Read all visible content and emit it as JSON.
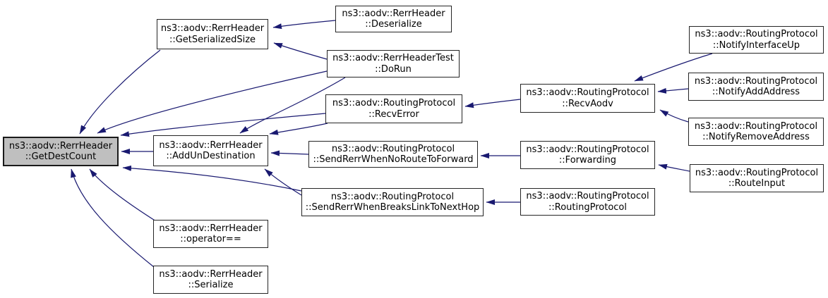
{
  "diagram": {
    "kind": "doxygen-caller-graph",
    "focus_function": "ns3::aodv::RerrHeader::GetDestCount",
    "colors": {
      "edge": "#191970",
      "node_border": "#252525",
      "node_fill": "#ffffff",
      "focus_node_fill": "#bfbfbf",
      "text": "#000000",
      "background": "#ffffff"
    },
    "nodes": {
      "getDestCount": {
        "label": "ns3::aodv::RerrHeader\n::GetDestCount"
      },
      "getSerializedSize": {
        "label": "ns3::aodv::RerrHeader\n::GetSerializedSize"
      },
      "addUnDestination": {
        "label": "ns3::aodv::RerrHeader\n::AddUnDestination"
      },
      "operatorEq": {
        "label": "ns3::aodv::RerrHeader\n::operator=="
      },
      "serialize": {
        "label": "ns3::aodv::RerrHeader\n::Serialize"
      },
      "deserialize": {
        "label": "ns3::aodv::RerrHeader\n::Deserialize"
      },
      "doRun": {
        "label": "ns3::aodv::RerrHeaderTest\n::DoRun"
      },
      "recvError": {
        "label": "ns3::aodv::RoutingProtocol\n::RecvError"
      },
      "sendRerrWhenNoRouteToForward": {
        "label": "ns3::aodv::RoutingProtocol\n::SendRerrWhenNoRouteToForward"
      },
      "sendRerrWhenBreaksLinkToNextHop": {
        "label": "ns3::aodv::RoutingProtocol\n::SendRerrWhenBreaksLinkToNextHop"
      },
      "recvAodv": {
        "label": "ns3::aodv::RoutingProtocol\n::RecvAodv"
      },
      "forwarding": {
        "label": "ns3::aodv::RoutingProtocol\n::Forwarding"
      },
      "routingProtocol": {
        "label": "ns3::aodv::RoutingProtocol\n::RoutingProtocol"
      },
      "notifyInterfaceUp": {
        "label": "ns3::aodv::RoutingProtocol\n::NotifyInterfaceUp"
      },
      "notifyAddAddress": {
        "label": "ns3::aodv::RoutingProtocol\n::NotifyAddAddress"
      },
      "notifyRemoveAddress": {
        "label": "ns3::aodv::RoutingProtocol\n::NotifyRemoveAddress"
      },
      "routeInput": {
        "label": "ns3::aodv::RoutingProtocol\n::RouteInput"
      }
    },
    "edges": [
      {
        "from": "deserialize",
        "to": "getSerializedSize"
      },
      {
        "from": "doRun",
        "to": "getSerializedSize"
      },
      {
        "from": "getSerializedSize",
        "to": "getDestCount"
      },
      {
        "from": "doRun",
        "to": "getDestCount"
      },
      {
        "from": "recvError",
        "to": "getDestCount"
      },
      {
        "from": "addUnDestination",
        "to": "getDestCount"
      },
      {
        "from": "sendRerrWhenBreaksLinkToNextHop",
        "to": "getDestCount"
      },
      {
        "from": "operatorEq",
        "to": "getDestCount"
      },
      {
        "from": "serialize",
        "to": "getDestCount"
      },
      {
        "from": "doRun",
        "to": "addUnDestination"
      },
      {
        "from": "recvError",
        "to": "addUnDestination"
      },
      {
        "from": "sendRerrWhenNoRouteToForward",
        "to": "addUnDestination"
      },
      {
        "from": "sendRerrWhenBreaksLinkToNextHop",
        "to": "addUnDestination"
      },
      {
        "from": "recvAodv",
        "to": "recvError"
      },
      {
        "from": "notifyInterfaceUp",
        "to": "recvAodv"
      },
      {
        "from": "notifyAddAddress",
        "to": "recvAodv"
      },
      {
        "from": "notifyRemoveAddress",
        "to": "recvAodv"
      },
      {
        "from": "forwarding",
        "to": "sendRerrWhenNoRouteToForward"
      },
      {
        "from": "routeInput",
        "to": "forwarding"
      },
      {
        "from": "routingProtocol",
        "to": "sendRerrWhenBreaksLinkToNextHop"
      }
    ]
  }
}
